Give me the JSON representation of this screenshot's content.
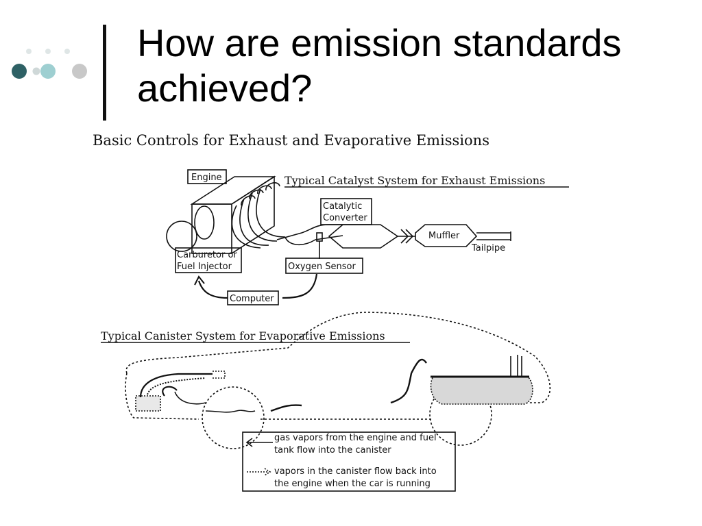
{
  "slide": {
    "title": "How are emission standards achieved?",
    "subtitle": "Basic Controls for Exhaust and Evaporative Emissions"
  },
  "exhaust": {
    "heading": "Typical Catalyst System for Exhaust Emissions",
    "engine": "Engine",
    "catalytic_line1": "Catalytic",
    "catalytic_line2": "Converter",
    "muffler": "Muffler",
    "tailpipe": "Tailpipe",
    "carb_line1": "Carburetor or",
    "carb_line2": "Fuel Injector",
    "oxygen_sensor": "Oxygen Sensor",
    "computer": "Computer"
  },
  "evap": {
    "heading": "Typical Canister System for Evaporative Emissions",
    "legend_line1": "gas vapors from the engine and fuel",
    "legend_line2": "tank flow into the canister",
    "legend_line3": "vapors in the canister flow back into",
    "legend_line4": "the engine when the car is running"
  },
  "colors": {
    "dot_dark": "#2e6165",
    "dot_mid": "#9ecfd1",
    "dot_light": "#c8c8c8"
  }
}
